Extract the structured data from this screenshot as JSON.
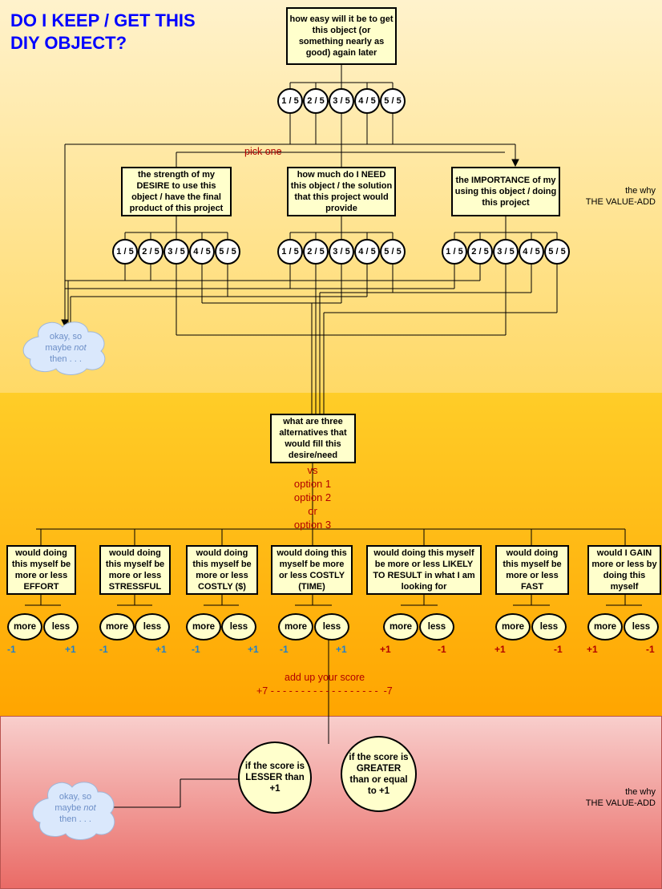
{
  "title": "DO I KEEP / GET THIS DIY OBJECT?",
  "top_question": "how easy will it be to get this object (or something nearly as good) again later",
  "ratings": [
    "1 / 5",
    "2 / 5",
    "3 / 5",
    "4 / 5",
    "5 / 5"
  ],
  "pick_one": "pick one",
  "branches": [
    {
      "label": "the strength of my DESIRE to use this object / have the final product of this project"
    },
    {
      "label": "how much do I NEED this object / the solution that this project would provide"
    },
    {
      "label": "the IMPORTANCE of my using this object / doing this project"
    }
  ],
  "side_note_top": {
    "line1": "the why",
    "line2": "THE VALUE-ADD"
  },
  "side_note_bottom": {
    "line1": "the why",
    "line2": "THE VALUE-ADD"
  },
  "cloud_top": {
    "line1": "okay, so",
    "line2a": "maybe ",
    "line2b": "not",
    "line3": "then . . ."
  },
  "cloud_bottom": {
    "line1": "okay, so",
    "line2a": "maybe ",
    "line2b": "not",
    "line3": "then . . ."
  },
  "alternatives": "what are three alternatives that would fill this desire/need",
  "options": [
    "vs",
    "option 1",
    "option 2",
    "or",
    "option 3"
  ],
  "questions": [
    {
      "label": "would doing this myself be more or less EFFORT",
      "more_score": "-1",
      "less_score": "+1",
      "more_color": "#1e7fce",
      "less_color": "#1e7fce"
    },
    {
      "label": "would doing this myself be more or less STRESSFUL",
      "more_score": "-1",
      "less_score": "+1",
      "more_color": "#1e7fce",
      "less_color": "#1e7fce"
    },
    {
      "label": "would doing this myself be more or less COSTLY ($)",
      "more_score": "-1",
      "less_score": "+1",
      "more_color": "#1e7fce",
      "less_color": "#1e7fce"
    },
    {
      "label": "would doing this myself be more or less COSTLY (TIME)",
      "more_score": "-1",
      "less_score": "+1",
      "more_color": "#1e7fce",
      "less_color": "#1e7fce"
    },
    {
      "label": "would doing this myself be more or less LIKELY TO RESULT in what I am looking for",
      "more_score": "+1",
      "less_score": "-1",
      "more_color": "#b20000",
      "less_color": "#b20000"
    },
    {
      "label": "would doing this myself be more or less FAST",
      "more_score": "+1",
      "less_score": "-1",
      "more_color": "#b20000",
      "less_color": "#b20000"
    },
    {
      "label": "would I GAIN more or less by doing this myself",
      "more_score": "+1",
      "less_score": "-1",
      "more_color": "#b20000",
      "less_color": "#b20000"
    }
  ],
  "more_label": "more",
  "less_label": "less",
  "add_up": "add up your score",
  "score_range": "+7 - - - - - - - - - - - - - - - - - -  -7",
  "lesser": "if the score is LESSER than +1",
  "greater": "if the score is GREATER than or equal to +1",
  "colors": {
    "title": "#0000ff",
    "red_text": "#b20000",
    "blue_score": "#1e7fce",
    "box_fill": "#ffffcc"
  }
}
